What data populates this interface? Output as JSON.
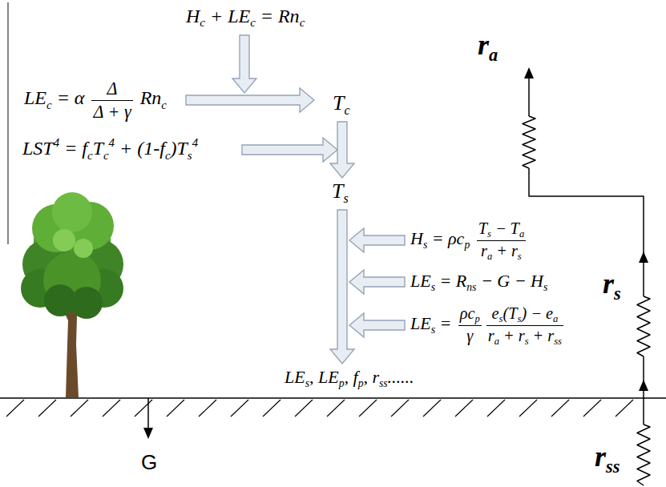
{
  "diagram": {
    "labels": [
      "Hc + LEc = Rnc",
      "ra",
      "LEc = α Δ Δ + γ Rnc",
      "Tc",
      "LST4 = fcTc4 + (1-fc)Ts4",
      "Ts",
      "Hs = ρcp Ts − Ta ra + rs",
      "rs",
      "LEs = Rns − G − Hs",
      "LEs = ρcp γ es(Ts) − ea ra + rs + rss",
      "LEs, LEp, fp, rss......",
      "rss",
      "G"
    ]
  }
}
